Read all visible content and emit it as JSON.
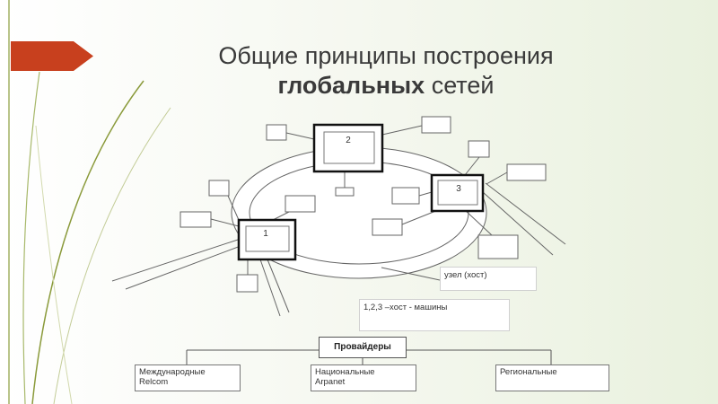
{
  "slide": {
    "title_line1": "Общие принципы построения",
    "title_line2_bold": "глобальных",
    "title_line2_rest": " сетей"
  },
  "diagram": {
    "hosts": [
      "1",
      "2",
      "3"
    ],
    "node_label": "узел (хост)",
    "hosts_label": "1,2,3 –хост - машины"
  },
  "providers": {
    "title": "Провайдеры",
    "categories": [
      {
        "line1": "Международные",
        "line2": "Relcom"
      },
      {
        "line1": "Национальные",
        "line2": "Arpanet"
      },
      {
        "line1": "Региональные",
        "line2": ""
      }
    ]
  },
  "colors": {
    "banner": "#c8401e",
    "accent_line": "#8a9a3a"
  }
}
